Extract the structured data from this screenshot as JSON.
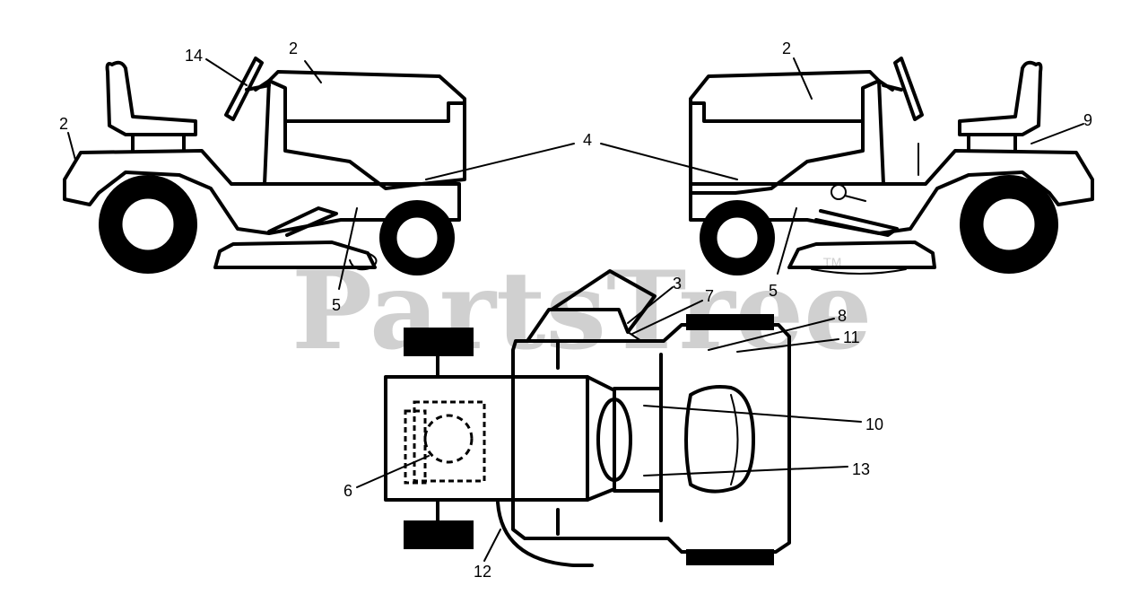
{
  "watermark": {
    "text": "PartsTree",
    "mark": "TM"
  },
  "callouts": {
    "left_hood_top": "2",
    "left_fender_rear": "2",
    "left_steering": "14",
    "center_hood_side": "4",
    "left_frame": "5",
    "right_hood_top": "2",
    "right_fender": "9",
    "right_frame": "5",
    "chute_3": "3",
    "chute_7": "7",
    "deck_8": "8",
    "deck_11": "11",
    "dash_10": "10",
    "dash_13": "13",
    "engine_6": "6",
    "rear_12": "12"
  }
}
